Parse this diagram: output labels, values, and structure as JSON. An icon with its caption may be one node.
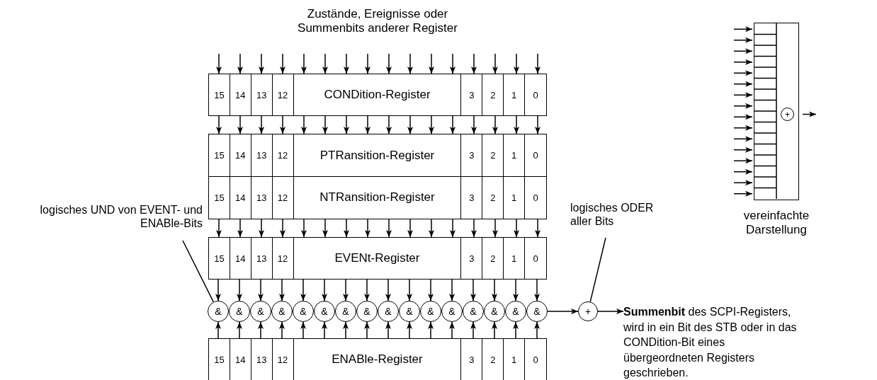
{
  "diagram": {
    "nodes": [
      {
        "text": [
          "15",
          "14",
          "13",
          "12",
          "CONDition-Register",
          "3",
          "2",
          "1",
          "0"
        ]
      },
      {
        "text": [
          "15",
          "14",
          "13",
          "12",
          "PTRansition-Register",
          "3",
          "2",
          "1",
          "0"
        ]
      },
      {
        "text": [
          "15",
          "14",
          "13",
          "12",
          "NTRansition-Register",
          "3",
          "2",
          "1",
          "0"
        ]
      },
      {
        "text": [
          "15",
          "14",
          "13",
          "12",
          "EVENt-Register",
          "3",
          "2",
          "1",
          "0"
        ]
      },
      {
        "text": [
          "&"
        ]
      },
      {
        "text": [
          "&"
        ]
      },
      {
        "text": [
          "&"
        ]
      },
      {
        "text": [
          "&"
        ]
      },
      {
        "text": [
          "&"
        ]
      },
      {
        "text": [
          "&"
        ]
      },
      {
        "text": [
          "&"
        ]
      },
      {
        "text": [
          "&"
        ]
      },
      {
        "text": [
          "&"
        ]
      },
      {
        "text": [
          "&"
        ]
      },
      {
        "text": [
          "&"
        ]
      },
      {
        "text": [
          "&"
        ]
      },
      {
        "text": [
          "&"
        ]
      },
      {
        "text": [
          "&"
        ]
      },
      {
        "text": [
          "&"
        ]
      },
      {
        "text": [
          "&"
        ]
      },
      {
        "text": [
          "15",
          "14",
          "13",
          "12",
          "ENABle-Register",
          "3",
          "2",
          "1",
          "0"
        ]
      },
      {
        "text": [
          "+"
        ]
      },
      {
        "text": [
          "**Summenbit** des SCPI-Registers, wird in ein Bit des STB oder in das CONDition-Bit eines übergeordneten Registers geschrieben."
        ]
      },
      {
        "text": [
          "logisches UND von EVENT- und ENABle-Bits"
        ]
      },
      {
        "text": [
          "logisches ODER aller Bits"
        ]
      },
      {
        "text": [],
        "shape": "box",
        "beside": [
          "vereinfachte Darstellung"
        ]
      },
      {
        "text": [
          "+"
        ],
        "in": 25
      }
    ],
    "edges": [
      {
        "from": null,
        "to": 0,
        "arrow": "to"
      },
      {
        "from": null,
        "to": 0,
        "arrow": "to"
      },
      {
        "from": null,
        "to": 0,
        "arrow": "to"
      },
      {
        "from": null,
        "to": 0,
        "arrow": "to"
      },
      {
        "from": null,
        "to": 0,
        "arrow": "to"
      },
      {
        "from": null,
        "to": 0,
        "arrow": "to"
      },
      {
        "from": null,
        "to": 0,
        "arrow": "to"
      },
      {
        "from": null,
        "to": 0,
        "arrow": "to"
      },
      {
        "from": null,
        "to": 0,
        "arrow": "to"
      },
      {
        "from": null,
        "to": 0,
        "arrow": "to"
      },
      {
        "from": null,
        "to": 0,
        "arrow": "to"
      },
      {
        "from": null,
        "to": 0,
        "arrow": "to"
      },
      {
        "from": null,
        "to": 0,
        "arrow": "to"
      },
      {
        "from": null,
        "to": 0,
        "arrow": "to"
      },
      {
        "from": null,
        "to": 0,
        "arrow": "to"
      },
      {
        "from": null,
        "to": 0,
        "arrow": "to"
      },
      {
        "from": 0,
        "to": 1,
        "arrow": "to"
      },
      {
        "from": 0,
        "to": 1,
        "arrow": "to"
      },
      {
        "from": 0,
        "to": 1,
        "arrow": "to"
      },
      {
        "from": 0,
        "to": 1,
        "arrow": "to"
      },
      {
        "from": 0,
        "to": 1,
        "arrow": "to"
      },
      {
        "from": 0,
        "to": 1,
        "arrow": "to"
      },
      {
        "from": 0,
        "to": 1,
        "arrow": "to"
      },
      {
        "from": 0,
        "to": 1,
        "arrow": "to"
      },
      {
        "from": 0,
        "to": 1,
        "arrow": "to"
      },
      {
        "from": 0,
        "to": 1,
        "arrow": "to"
      },
      {
        "from": 0,
        "to": 1,
        "arrow": "to"
      },
      {
        "from": 0,
        "to": 1,
        "arrow": "to"
      },
      {
        "from": 0,
        "to": 1,
        "arrow": "to"
      },
      {
        "from": 0,
        "to": 1,
        "arrow": "to"
      },
      {
        "from": 0,
        "to": 1,
        "arrow": "to"
      },
      {
        "from": 0,
        "to": 1,
        "arrow": "to"
      },
      {
        "from": 2,
        "to": 3,
        "arrow": "to"
      },
      {
        "from": 2,
        "to": 3,
        "arrow": "to"
      },
      {
        "from": 2,
        "to": 3,
        "arrow": "to"
      },
      {
        "from": 2,
        "to": 3,
        "arrow": "to"
      },
      {
        "from": 2,
        "to": 3,
        "arrow": "to"
      },
      {
        "from": 2,
        "to": 3,
        "arrow": "to"
      },
      {
        "from": 2,
        "to": 3,
        "arrow": "to"
      },
      {
        "from": 2,
        "to": 3,
        "arrow": "to"
      },
      {
        "from": 2,
        "to": 3,
        "arrow": "to"
      },
      {
        "from": 2,
        "to": 3,
        "arrow": "to"
      },
      {
        "from": 2,
        "to": 3,
        "arrow": "to"
      },
      {
        "from": 2,
        "to": 3,
        "arrow": "to"
      },
      {
        "from": 2,
        "to": 3,
        "arrow": "to"
      },
      {
        "from": 2,
        "to": 3,
        "arrow": "to"
      },
      {
        "from": 2,
        "to": 3,
        "arrow": "to"
      },
      {
        "from": 2,
        "to": 3,
        "arrow": "to"
      },
      {
        "from": 3,
        "to": 4,
        "arrow": "to"
      },
      {
        "from": 3,
        "to": 5,
        "arrow": "to"
      },
      {
        "from": 3,
        "to": 6,
        "arrow": "to"
      },
      {
        "from": 3,
        "to": 7,
        "arrow": "to"
      },
      {
        "from": 3,
        "to": 8,
        "arrow": "to"
      },
      {
        "from": 3,
        "to": 9,
        "arrow": "to"
      },
      {
        "from": 3,
        "to": 10,
        "arrow": "to"
      },
      {
        "from": 3,
        "to": 11,
        "arrow": "to"
      },
      {
        "from": 3,
        "to": 12,
        "arrow": "to"
      },
      {
        "from": 3,
        "to": 13,
        "arrow": "to"
      },
      {
        "from": 3,
        "to": 14,
        "arrow": "to"
      },
      {
        "from": 3,
        "to": 15,
        "arrow": "to"
      },
      {
        "from": 3,
        "to": 16,
        "arrow": "to"
      },
      {
        "from": 3,
        "to": 17,
        "arrow": "to"
      },
      {
        "from": 3,
        "to": 18,
        "arrow": "to"
      },
      {
        "from": 3,
        "to": 19,
        "arrow": "to"
      },
      {
        "from": 20,
        "to": 4,
        "arrow": "to"
      },
      {
        "from": 20,
        "to": 5,
        "arrow": "to"
      },
      {
        "from": 20,
        "to": 6,
        "arrow": "to"
      },
      {
        "from": 20,
        "to": 7,
        "arrow": "to"
      },
      {
        "from": 20,
        "to": 8,
        "arrow": "to"
      },
      {
        "from": 20,
        "to": 9,
        "arrow": "to"
      },
      {
        "from": 20,
        "to": 10,
        "arrow": "to"
      },
      {
        "from": 20,
        "to": 11,
        "arrow": "to"
      },
      {
        "from": 20,
        "to": 12,
        "arrow": "to"
      },
      {
        "from": 20,
        "to": 13,
        "arrow": "to"
      },
      {
        "from": 20,
        "to": 14,
        "arrow": "to"
      },
      {
        "from": 20,
        "to": 15,
        "arrow": "to"
      },
      {
        "from": 20,
        "to": 16,
        "arrow": "to"
      },
      {
        "from": 20,
        "to": 17,
        "arrow": "to"
      },
      {
        "from": 20,
        "to": 18,
        "arrow": "to"
      },
      {
        "from": 20,
        "to": 19,
        "arrow": "to"
      },
      {
        "from": 19,
        "to": 21,
        "arrow": "to"
      },
      {
        "from": 21,
        "to": 22,
        "arrow": "to"
      },
      {
        "from": 23,
        "to": 4,
        "arrow": "none"
      },
      {
        "from": 24,
        "to": 21,
        "arrow": "none"
      },
      {
        "from": null,
        "to": 25,
        "arrow": "to"
      },
      {
        "from": null,
        "to": 25,
        "arrow": "to"
      },
      {
        "from": null,
        "to": 25,
        "arrow": "to"
      },
      {
        "from": null,
        "to": 25,
        "arrow": "to"
      },
      {
        "from": null,
        "to": 25,
        "arrow": "to"
      },
      {
        "from": null,
        "to": 25,
        "arrow": "to"
      },
      {
        "from": null,
        "to": 25,
        "arrow": "to"
      },
      {
        "from": null,
        "to": 25,
        "arrow": "to"
      },
      {
        "from": null,
        "to": 25,
        "arrow": "to"
      },
      {
        "from": null,
        "to": 25,
        "arrow": "to"
      },
      {
        "from": null,
        "to": 25,
        "arrow": "to"
      },
      {
        "from": null,
        "to": 25,
        "arrow": "to"
      },
      {
        "from": null,
        "to": 25,
        "arrow": "to"
      },
      {
        "from": null,
        "to": 25,
        "arrow": "to"
      },
      {
        "from": null,
        "to": 25,
        "arrow": "to"
      },
      {
        "from": null,
        "to": 25,
        "arrow": "to"
      },
      {
        "from": 25,
        "to": null,
        "arrow": "to"
      }
    ],
    "labels": [
      "Zustände, Ereignisse oder Summenbits anderer Register"
    ]
  }
}
